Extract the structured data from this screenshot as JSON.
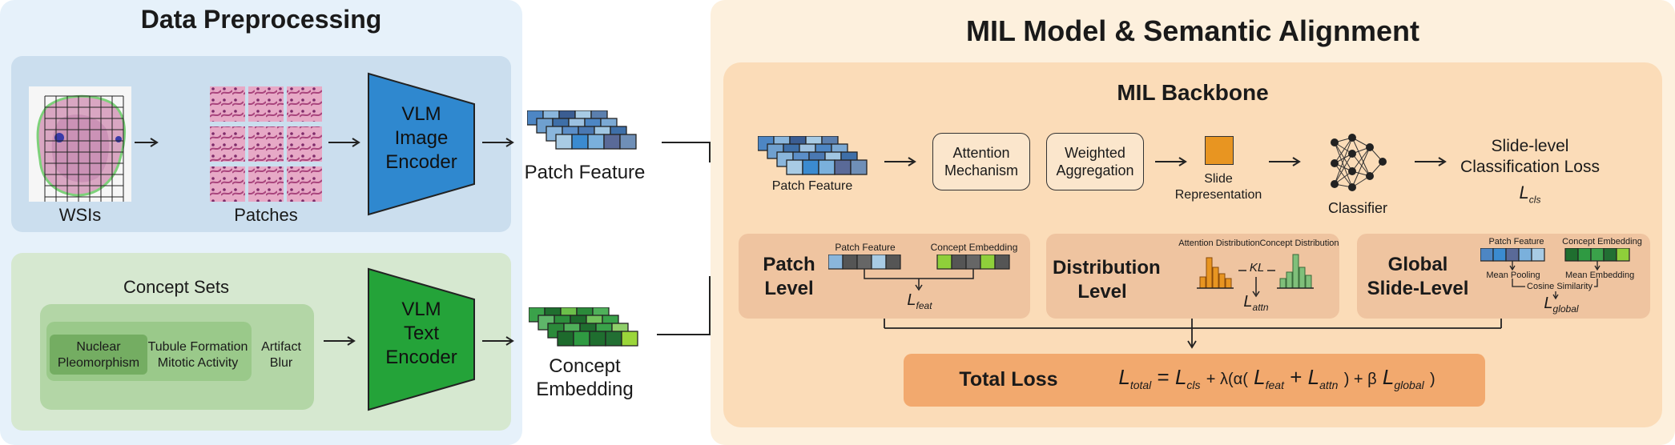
{
  "left": {
    "title": "Data Preprocessing",
    "wsis_label": "WSIs",
    "patches_label": "Patches",
    "image_encoder": [
      "VLM",
      "Image",
      "Encoder"
    ],
    "patch_feature_label": "Patch Feature",
    "concept_sets_title": "Concept Sets",
    "concepts": {
      "nuclear": [
        "Nuclear",
        "Pleomorphism"
      ],
      "tubule": "Tubule Formation",
      "mitotic": "Mitotic Activity",
      "artifact": "Artifact",
      "blur": "Blur"
    },
    "text_encoder": [
      "VLM",
      "Text",
      "Encoder"
    ],
    "concept_embedding_label": [
      "Concept",
      "Embedding"
    ]
  },
  "right": {
    "title": "MIL Model & Semantic Alignment",
    "backbone_title": "MIL Backbone",
    "patch_feature_label": "Patch Feature",
    "attention": [
      "Attention",
      "Mechanism"
    ],
    "weighted": [
      "Weighted",
      "Aggregation"
    ],
    "slide_rep": [
      "Slide",
      "Representation"
    ],
    "classifier": "Classifier",
    "cls_loss": [
      "Slide-level",
      "Classification Loss"
    ],
    "cls_symbol": "L",
    "cls_sub": "cls",
    "patch_level": {
      "title": [
        "Patch",
        "Level"
      ],
      "feat_label": "Patch Feature",
      "concept_label": "Concept Embedding",
      "loss_sub": "feat"
    },
    "distribution_level": {
      "title": [
        "Distribution",
        "Level"
      ],
      "attn_label": "Attention Distribution",
      "concept_label": "Concept Distribution",
      "kl": "KL",
      "loss_sub": "attn"
    },
    "global_level": {
      "title": [
        "Global",
        "Slide-Level"
      ],
      "feat_label": "Patch Feature",
      "concept_label": "Concept Embedding",
      "mean_pooling": "Mean Pooling",
      "mean_embedding": "Mean Embedding",
      "cosine": "Cosine Similarity",
      "loss_sub": "global"
    },
    "total_loss": {
      "label": "Total Loss",
      "sub_total": "total",
      "lambda_text": "λ(α(",
      "beta_text": "β"
    }
  },
  "colors": {
    "left_bg": "#e6f1fa",
    "preproc_blue": "#cbdeee",
    "preproc_green": "#d6e8d0",
    "right_bg": "#fdf0dd",
    "backbone_bg": "#fbdcb8",
    "level_bg": "#efc4a0",
    "total_bg": "#f2a96e",
    "image_encoder": "#2f88cf",
    "text_encoder": "#24a339",
    "slide_rep": "#e89521"
  }
}
